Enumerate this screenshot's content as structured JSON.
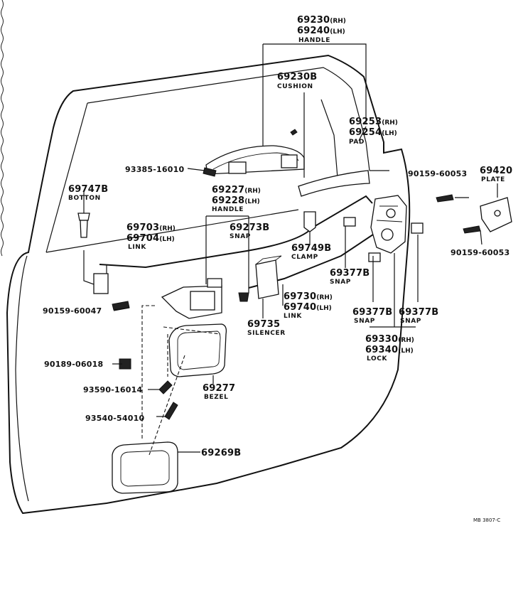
{
  "diagram_code": "MB 3807-C",
  "labels": [
    {
      "id": "handle-outer",
      "part_numbers": [
        {
          "num": "69230",
          "suffix": "(RH)"
        },
        {
          "num": "69240",
          "suffix": "(LH)"
        }
      ],
      "name": "HANDLE"
    },
    {
      "id": "cushion",
      "part_numbers": [
        {
          "num": "69230B",
          "suffix": ""
        }
      ],
      "name": "CUSHION"
    },
    {
      "id": "pad",
      "part_numbers": [
        {
          "num": "69253",
          "suffix": "(RH)"
        },
        {
          "num": "69254",
          "suffix": "(LH)"
        }
      ],
      "name": "PAD"
    },
    {
      "id": "bolt-93385",
      "part_numbers": [
        {
          "num": "93385-16010",
          "suffix": ""
        }
      ],
      "name": ""
    },
    {
      "id": "button",
      "part_numbers": [
        {
          "num": "69747B",
          "suffix": ""
        }
      ],
      "name": "BOTTON"
    },
    {
      "id": "handle-inner",
      "part_numbers": [
        {
          "num": "69227",
          "suffix": "(RH)"
        },
        {
          "num": "69228",
          "suffix": "(LH)"
        }
      ],
      "name": "HANDLE"
    },
    {
      "id": "screw-90159-60053-top",
      "part_numbers": [
        {
          "num": "90159-60053",
          "suffix": ""
        }
      ],
      "name": ""
    },
    {
      "id": "plate",
      "part_numbers": [
        {
          "num": "69420",
          "suffix": ""
        }
      ],
      "name": "PLATE"
    },
    {
      "id": "link-upper",
      "part_numbers": [
        {
          "num": "69703",
          "suffix": "(RH)"
        },
        {
          "num": "69704",
          "suffix": "(LH)"
        }
      ],
      "name": "LINK"
    },
    {
      "id": "snap-69273b",
      "part_numbers": [
        {
          "num": "69273B",
          "suffix": ""
        }
      ],
      "name": "SNAP"
    },
    {
      "id": "clamp",
      "part_numbers": [
        {
          "num": "69749B",
          "suffix": ""
        }
      ],
      "name": "CLAMP"
    },
    {
      "id": "screw-90159-60053-bottom",
      "part_numbers": [
        {
          "num": "90159-60053",
          "suffix": ""
        }
      ],
      "name": ""
    },
    {
      "id": "snap-69377b-a",
      "part_numbers": [
        {
          "num": "69377B",
          "suffix": ""
        }
      ],
      "name": "SNAP"
    },
    {
      "id": "link-lower",
      "part_numbers": [
        {
          "num": "69730",
          "suffix": "(RH)"
        },
        {
          "num": "69740",
          "suffix": "(LH)"
        }
      ],
      "name": "LINK"
    },
    {
      "id": "screw-90159-60047",
      "part_numbers": [
        {
          "num": "90159-60047",
          "suffix": ""
        }
      ],
      "name": ""
    },
    {
      "id": "snap-69377b-b",
      "part_numbers": [
        {
          "num": "69377B",
          "suffix": ""
        }
      ],
      "name": "SNAP"
    },
    {
      "id": "snap-69377b-c",
      "part_numbers": [
        {
          "num": "69377B",
          "suffix": ""
        }
      ],
      "name": "SNAP"
    },
    {
      "id": "silencer",
      "part_numbers": [
        {
          "num": "69735",
          "suffix": ""
        }
      ],
      "name": "SILENCER"
    },
    {
      "id": "lock",
      "part_numbers": [
        {
          "num": "69330",
          "suffix": "(RH)"
        },
        {
          "num": "69340",
          "suffix": "(LH)"
        }
      ],
      "name": "LOCK"
    },
    {
      "id": "clip-90189",
      "part_numbers": [
        {
          "num": "90189-06018",
          "suffix": ""
        }
      ],
      "name": ""
    },
    {
      "id": "screw-93590",
      "part_numbers": [
        {
          "num": "93590-16014",
          "suffix": ""
        }
      ],
      "name": ""
    },
    {
      "id": "bezel",
      "part_numbers": [
        {
          "num": "69277",
          "suffix": ""
        }
      ],
      "name": "BEZEL"
    },
    {
      "id": "screw-93540",
      "part_numbers": [
        {
          "num": "93540-54010",
          "suffix": ""
        }
      ],
      "name": ""
    },
    {
      "id": "cover-69269b",
      "part_numbers": [
        {
          "num": "69269B",
          "suffix": ""
        }
      ],
      "name": ""
    }
  ]
}
